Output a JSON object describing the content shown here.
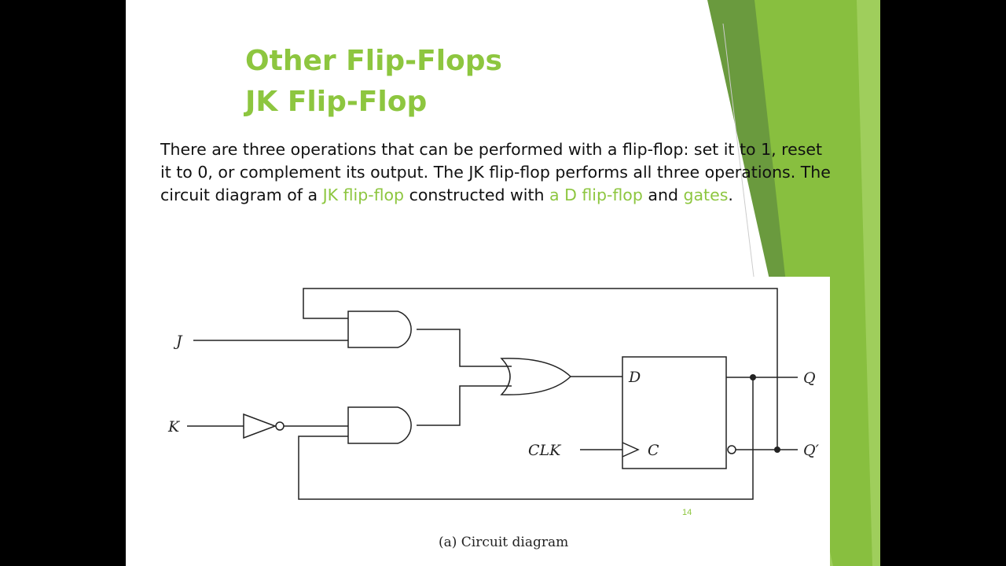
{
  "slide": {
    "title_line1": "Other Flip-Flops",
    "title_line2": "JK Flip-Flop",
    "body": {
      "part1": "There are three operations that can be performed with a flip-flop: set it to 1, reset it to 0, or complement its output. The JK flip-flop performs all three operations. The circuit diagram of a ",
      "link1": "JK flip-flop",
      "part2": " constructed with ",
      "link2": "a D flip-flop",
      "part3": " and ",
      "link3": "gates",
      "part4": "."
    },
    "page_number": "14",
    "accent_color": "#8dc63f"
  },
  "diagram": {
    "labels": {
      "j": "J",
      "k": "K",
      "clk": "CLK",
      "d": "D",
      "c": "C",
      "q": "Q",
      "q_prime": "Q′"
    },
    "caption": "(a) Circuit diagram"
  }
}
